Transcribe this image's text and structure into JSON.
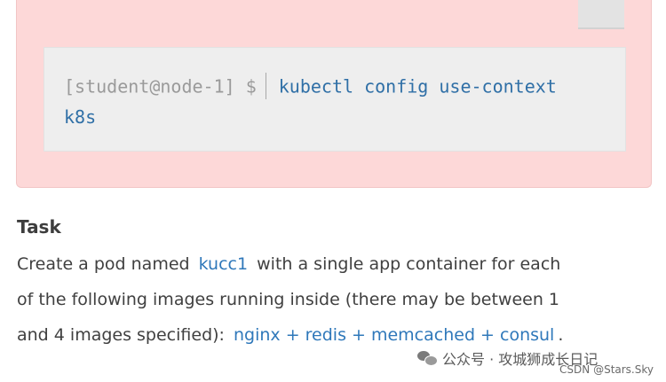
{
  "context": {
    "prompt": "[student@node-1] $",
    "command_line1": "kubectl config use-context",
    "command_line2": "k8s"
  },
  "task": {
    "heading": "Task",
    "line1_pre": "Create a pod named",
    "pod_name": "kucc1",
    "line1_post": "with a single app container for each",
    "line2": "of the following images running inside (there may be between 1",
    "line3_pre": "and 4 images specified):",
    "images": "nginx + redis + memcached + consul",
    "line3_end": "."
  },
  "watermarks": {
    "wechat": "公众号 · 攻城狮成长日记",
    "csdn": "CSDN @Stars.Sky"
  },
  "colors": {
    "panel_background": "#fdd8d8",
    "command_box": "#eeeeee",
    "command_text": "#2f6fa6",
    "code_text": "#2f78ba"
  }
}
